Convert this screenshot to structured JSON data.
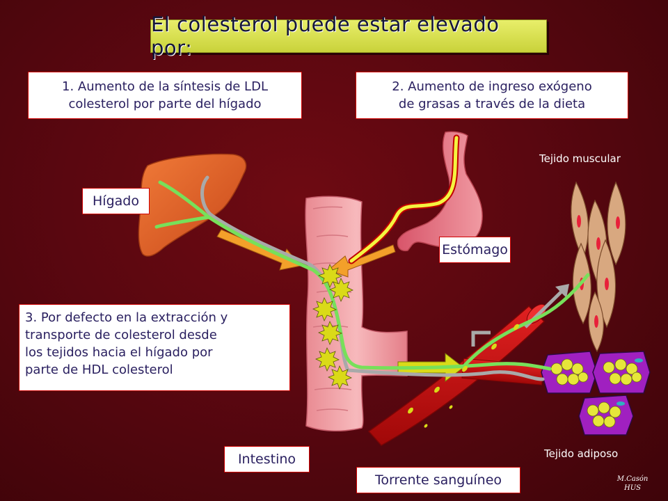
{
  "title": "El colesterol puede estar elevado por:",
  "causes": [
    {
      "line1": "1. Aumento de la síntesis de LDL",
      "line2": "colesterol por parte del hígado"
    },
    {
      "line1": "2. Aumento de ingreso exógeno",
      "line2": "de grasas  a través de la dieta"
    },
    {
      "line1": "3. Por defecto en la extracción y",
      "line2": "transporte de colesterol desde",
      "line3": "los tejidos hacia el hígado por",
      "line4": "parte de HDL colesterol"
    }
  ],
  "labels": {
    "liver": "Hígado",
    "stomach": "Estómago",
    "intestine": "Intestino",
    "bloodstream": "Torrente sanguíneo",
    "muscle_tissue": "Tejido muscular",
    "adipose_tissue": "Tejido adiposo"
  },
  "signature": {
    "line1": "M.Casón",
    "line2": "HUS"
  },
  "colors": {
    "background": "#5a0710",
    "title_bg": "#dfe55a",
    "liver": "#e0652a",
    "intestine": "#f1a2a6",
    "stomach": "#e9707f",
    "vessel": "#c81010",
    "muscle": "#d8a880",
    "fat_cell": "#a020c0",
    "fat_droplet": "#e6e63a",
    "green_path": "#77e05a",
    "gray_path": "#a9a9a9",
    "yellow_path": "#f4f440"
  }
}
